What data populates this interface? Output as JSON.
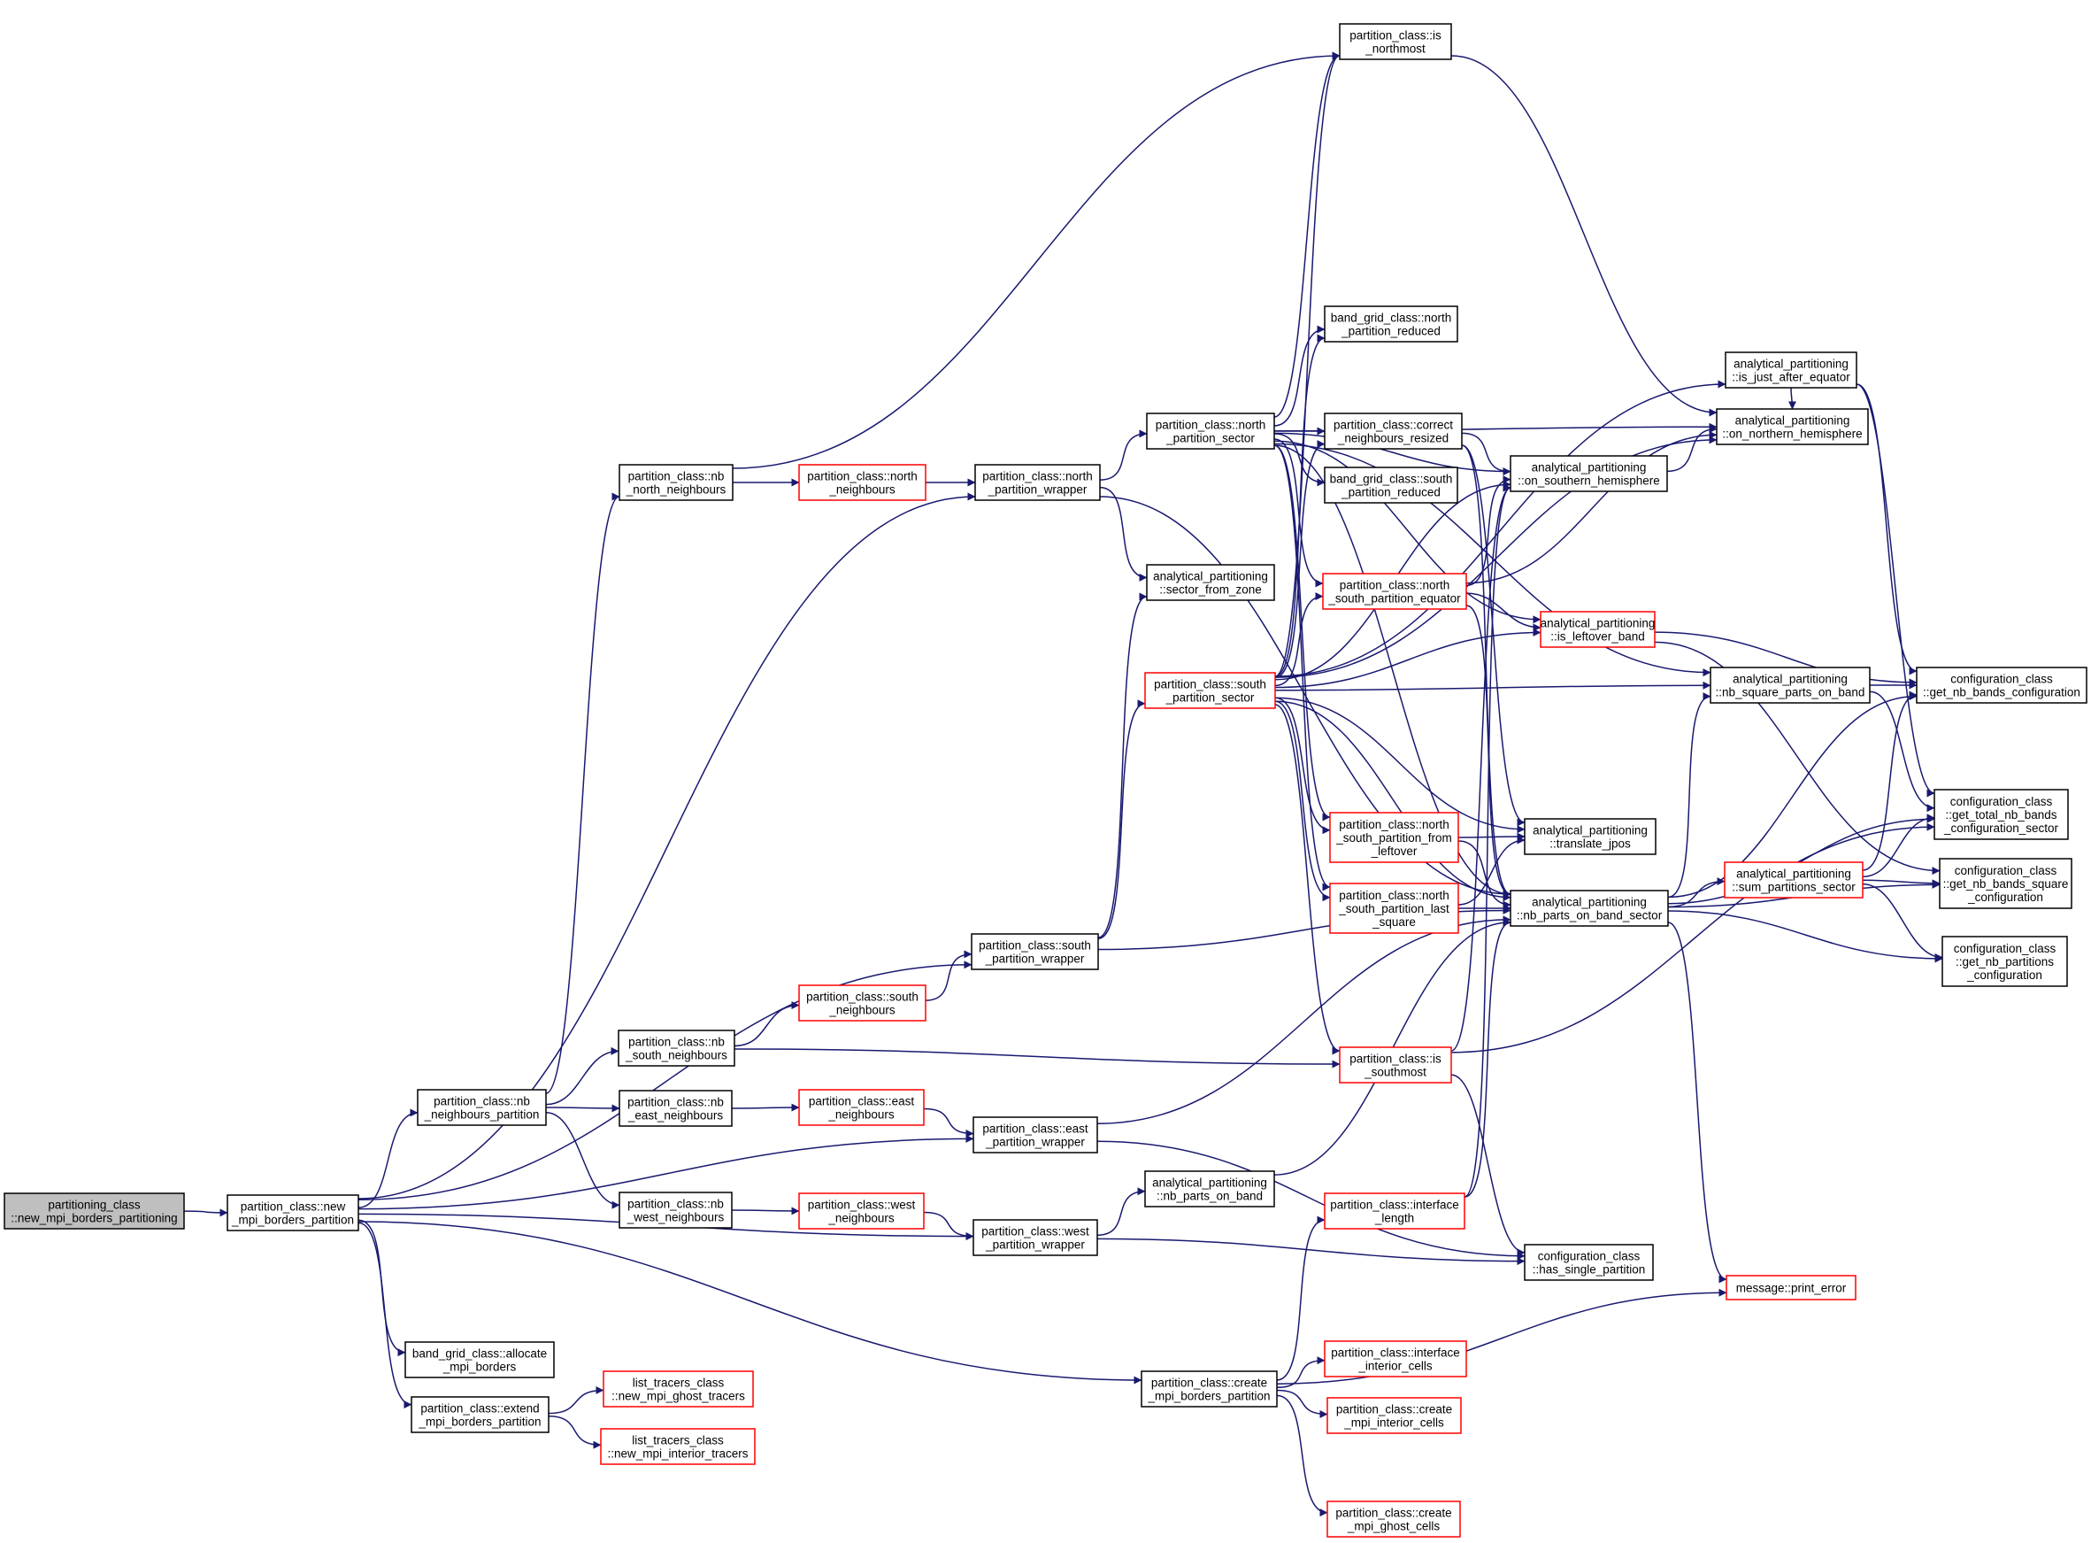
{
  "colors": {
    "edge": "#191970",
    "node_border_default": "#000000",
    "node_border_incomplete": "#ff0000",
    "node_fill_default": "#ffffff",
    "node_fill_root": "#bfbfbf"
  },
  "nodes": [
    {
      "id": "n0",
      "lines": [
        "partitioning_class",
        "::new_mpi_borders_partitioning"
      ],
      "style": "root"
    },
    {
      "id": "n1",
      "lines": [
        "partition_class::new",
        "_mpi_borders_partition"
      ],
      "style": "normal"
    },
    {
      "id": "n2",
      "lines": [
        "partition_class::nb",
        "_neighbours_partition"
      ],
      "style": "normal"
    },
    {
      "id": "n3",
      "lines": [
        "partition_class::nb",
        "_north_neighbours"
      ],
      "style": "normal"
    },
    {
      "id": "n4",
      "lines": [
        "partition_class::north",
        "_neighbours"
      ],
      "style": "red"
    },
    {
      "id": "n5",
      "lines": [
        "partition_class::north",
        "_partition_wrapper"
      ],
      "style": "normal"
    },
    {
      "id": "n6",
      "lines": [
        "partition_class::nb",
        "_south_neighbours"
      ],
      "style": "normal"
    },
    {
      "id": "n7",
      "lines": [
        "partition_class::south",
        "_neighbours"
      ],
      "style": "red"
    },
    {
      "id": "n8",
      "lines": [
        "partition_class::south",
        "_partition_wrapper"
      ],
      "style": "normal"
    },
    {
      "id": "n9",
      "lines": [
        "partition_class::nb",
        "_east_neighbours"
      ],
      "style": "normal"
    },
    {
      "id": "n10",
      "lines": [
        "partition_class::east",
        "_neighbours"
      ],
      "style": "red"
    },
    {
      "id": "n11",
      "lines": [
        "partition_class::east",
        "_partition_wrapper"
      ],
      "style": "normal"
    },
    {
      "id": "n12",
      "lines": [
        "partition_class::nb",
        "_west_neighbours"
      ],
      "style": "normal"
    },
    {
      "id": "n13",
      "lines": [
        "partition_class::west",
        "_neighbours"
      ],
      "style": "red"
    },
    {
      "id": "n14",
      "lines": [
        "partition_class::west",
        "_partition_wrapper"
      ],
      "style": "normal"
    },
    {
      "id": "n15",
      "lines": [
        "band_grid_class::allocate",
        "_mpi_borders"
      ],
      "style": "normal"
    },
    {
      "id": "n16",
      "lines": [
        "partition_class::extend",
        "_mpi_borders_partition"
      ],
      "style": "normal"
    },
    {
      "id": "n17",
      "lines": [
        "list_tracers_class",
        "::new_mpi_ghost_tracers"
      ],
      "style": "red"
    },
    {
      "id": "n18",
      "lines": [
        "list_tracers_class",
        "::new_mpi_interior_tracers"
      ],
      "style": "red"
    },
    {
      "id": "n19",
      "lines": [
        "partition_class::north",
        "_partition_sector"
      ],
      "style": "normal"
    },
    {
      "id": "n20",
      "lines": [
        "analytical_partitioning",
        "::sector_from_zone"
      ],
      "style": "normal"
    },
    {
      "id": "n21",
      "lines": [
        "partition_class::south",
        "_partition_sector"
      ],
      "style": "red"
    },
    {
      "id": "n22",
      "lines": [
        "analytical_partitioning",
        "::nb_parts_on_band"
      ],
      "style": "normal"
    },
    {
      "id": "n23",
      "lines": [
        "partition_class::create",
        "_mpi_borders_partition"
      ],
      "style": "normal"
    },
    {
      "id": "n24",
      "lines": [
        "partition_class::is",
        "_northmost"
      ],
      "style": "normal"
    },
    {
      "id": "n25",
      "lines": [
        "band_grid_class::north",
        "_partition_reduced"
      ],
      "style": "normal"
    },
    {
      "id": "n26",
      "lines": [
        "partition_class::correct",
        "_neighbours_resized"
      ],
      "style": "normal"
    },
    {
      "id": "n27",
      "lines": [
        "band_grid_class::south",
        "_partition_reduced"
      ],
      "style": "normal"
    },
    {
      "id": "n28",
      "lines": [
        "partition_class::north",
        "_south_partition_equator"
      ],
      "style": "red"
    },
    {
      "id": "n29",
      "lines": [
        "partition_class::north",
        "_south_partition_from",
        "_leftover"
      ],
      "style": "red"
    },
    {
      "id": "n30",
      "lines": [
        "partition_class::north",
        "_south_partition_last",
        "_square"
      ],
      "style": "red"
    },
    {
      "id": "n31",
      "lines": [
        "partition_class::is",
        "_southmost"
      ],
      "style": "red"
    },
    {
      "id": "n32",
      "lines": [
        "partition_class::interface",
        "_length"
      ],
      "style": "red"
    },
    {
      "id": "n33",
      "lines": [
        "partition_class::interface",
        "_interior_cells"
      ],
      "style": "red"
    },
    {
      "id": "n34",
      "lines": [
        "partition_class::create",
        "_mpi_interior_cells"
      ],
      "style": "red"
    },
    {
      "id": "n35",
      "lines": [
        "partition_class::create",
        "_mpi_ghost_cells"
      ],
      "style": "red"
    },
    {
      "id": "n36",
      "lines": [
        "analytical_partitioning",
        "::on_southern_hemisphere"
      ],
      "style": "normal"
    },
    {
      "id": "n37",
      "lines": [
        "analytical_partitioning",
        "::is_leftover_band"
      ],
      "style": "red"
    },
    {
      "id": "n38",
      "lines": [
        "analytical_partitioning",
        "::translate_jpos"
      ],
      "style": "normal"
    },
    {
      "id": "n39",
      "lines": [
        "analytical_partitioning",
        "::nb_parts_on_band_sector"
      ],
      "style": "normal"
    },
    {
      "id": "n40",
      "lines": [
        "configuration_class",
        "::has_single_partition"
      ],
      "style": "normal"
    },
    {
      "id": "n41",
      "lines": [
        "analytical_partitioning",
        "::is_just_after_equator"
      ],
      "style": "normal"
    },
    {
      "id": "n42",
      "lines": [
        "analytical_partitioning",
        "::on_northern_hemisphere"
      ],
      "style": "normal"
    },
    {
      "id": "n43",
      "lines": [
        "analytical_partitioning",
        "::nb_square_parts_on_band"
      ],
      "style": "normal"
    },
    {
      "id": "n44",
      "lines": [
        "analytical_partitioning",
        "::sum_partitions_sector"
      ],
      "style": "red"
    },
    {
      "id": "n45",
      "lines": [
        "message::print_error"
      ],
      "style": "red"
    },
    {
      "id": "n46",
      "lines": [
        "configuration_class",
        "::get_nb_bands_configuration"
      ],
      "style": "normal"
    },
    {
      "id": "n47",
      "lines": [
        "configuration_class",
        "::get_total_nb_bands",
        "_configuration_sector"
      ],
      "style": "normal"
    },
    {
      "id": "n48",
      "lines": [
        "configuration_class",
        "::get_nb_bands_square",
        "_configuration"
      ],
      "style": "normal"
    },
    {
      "id": "n49",
      "lines": [
        "configuration_class",
        "::get_nb_partitions",
        "_configuration"
      ],
      "style": "normal"
    }
  ],
  "edges": [
    [
      "n0",
      "n1"
    ],
    [
      "n1",
      "n2"
    ],
    [
      "n1",
      "n5"
    ],
    [
      "n1",
      "n8"
    ],
    [
      "n1",
      "n11"
    ],
    [
      "n1",
      "n14"
    ],
    [
      "n1",
      "n15"
    ],
    [
      "n1",
      "n16"
    ],
    [
      "n1",
      "n23"
    ],
    [
      "n2",
      "n3"
    ],
    [
      "n2",
      "n6"
    ],
    [
      "n2",
      "n9"
    ],
    [
      "n2",
      "n12"
    ],
    [
      "n3",
      "n4"
    ],
    [
      "n3",
      "n24"
    ],
    [
      "n4",
      "n5"
    ],
    [
      "n5",
      "n19"
    ],
    [
      "n5",
      "n20"
    ],
    [
      "n5",
      "n39"
    ],
    [
      "n6",
      "n7"
    ],
    [
      "n6",
      "n31"
    ],
    [
      "n7",
      "n8"
    ],
    [
      "n8",
      "n20"
    ],
    [
      "n8",
      "n21"
    ],
    [
      "n8",
      "n39"
    ],
    [
      "n9",
      "n10"
    ],
    [
      "n10",
      "n11"
    ],
    [
      "n11",
      "n39"
    ],
    [
      "n11",
      "n40"
    ],
    [
      "n12",
      "n13"
    ],
    [
      "n13",
      "n14"
    ],
    [
      "n14",
      "n22"
    ],
    [
      "n14",
      "n40"
    ],
    [
      "n16",
      "n17"
    ],
    [
      "n16",
      "n18"
    ],
    [
      "n19",
      "n24"
    ],
    [
      "n19",
      "n25"
    ],
    [
      "n19",
      "n26"
    ],
    [
      "n19",
      "n27"
    ],
    [
      "n19",
      "n28"
    ],
    [
      "n19",
      "n29"
    ],
    [
      "n19",
      "n30"
    ],
    [
      "n19",
      "n36"
    ],
    [
      "n19",
      "n37"
    ],
    [
      "n19",
      "n39"
    ],
    [
      "n19",
      "n42"
    ],
    [
      "n19",
      "n43"
    ],
    [
      "n21",
      "n24"
    ],
    [
      "n21",
      "n25"
    ],
    [
      "n21",
      "n26"
    ],
    [
      "n21",
      "n28"
    ],
    [
      "n21",
      "n29"
    ],
    [
      "n21",
      "n30"
    ],
    [
      "n21",
      "n31"
    ],
    [
      "n21",
      "n36"
    ],
    [
      "n21",
      "n37"
    ],
    [
      "n21",
      "n38"
    ],
    [
      "n21",
      "n39"
    ],
    [
      "n21",
      "n41"
    ],
    [
      "n21",
      "n42"
    ],
    [
      "n21",
      "n43"
    ],
    [
      "n22",
      "n39"
    ],
    [
      "n23",
      "n32"
    ],
    [
      "n23",
      "n33"
    ],
    [
      "n23",
      "n34"
    ],
    [
      "n23",
      "n35"
    ],
    [
      "n23",
      "n45"
    ],
    [
      "n24",
      "n42"
    ],
    [
      "n26",
      "n36"
    ],
    [
      "n26",
      "n38"
    ],
    [
      "n26",
      "n39"
    ],
    [
      "n28",
      "n36"
    ],
    [
      "n28",
      "n37"
    ],
    [
      "n28",
      "n39"
    ],
    [
      "n28",
      "n42"
    ],
    [
      "n29",
      "n38"
    ],
    [
      "n29",
      "n39"
    ],
    [
      "n30",
      "n38"
    ],
    [
      "n30",
      "n39"
    ],
    [
      "n31",
      "n36"
    ],
    [
      "n31",
      "n40"
    ],
    [
      "n31",
      "n47"
    ],
    [
      "n32",
      "n36"
    ],
    [
      "n32",
      "n39"
    ],
    [
      "n36",
      "n42"
    ],
    [
      "n37",
      "n46"
    ],
    [
      "n37",
      "n48"
    ],
    [
      "n39",
      "n43"
    ],
    [
      "n39",
      "n44"
    ],
    [
      "n39",
      "n45"
    ],
    [
      "n39",
      "n46"
    ],
    [
      "n39",
      "n47"
    ],
    [
      "n39",
      "n48"
    ],
    [
      "n39",
      "n49"
    ],
    [
      "n41",
      "n42"
    ],
    [
      "n41",
      "n46"
    ],
    [
      "n41",
      "n47"
    ],
    [
      "n43",
      "n46"
    ],
    [
      "n43",
      "n47"
    ],
    [
      "n44",
      "n46"
    ],
    [
      "n44",
      "n47"
    ],
    [
      "n44",
      "n48"
    ],
    [
      "n44",
      "n49"
    ]
  ]
}
